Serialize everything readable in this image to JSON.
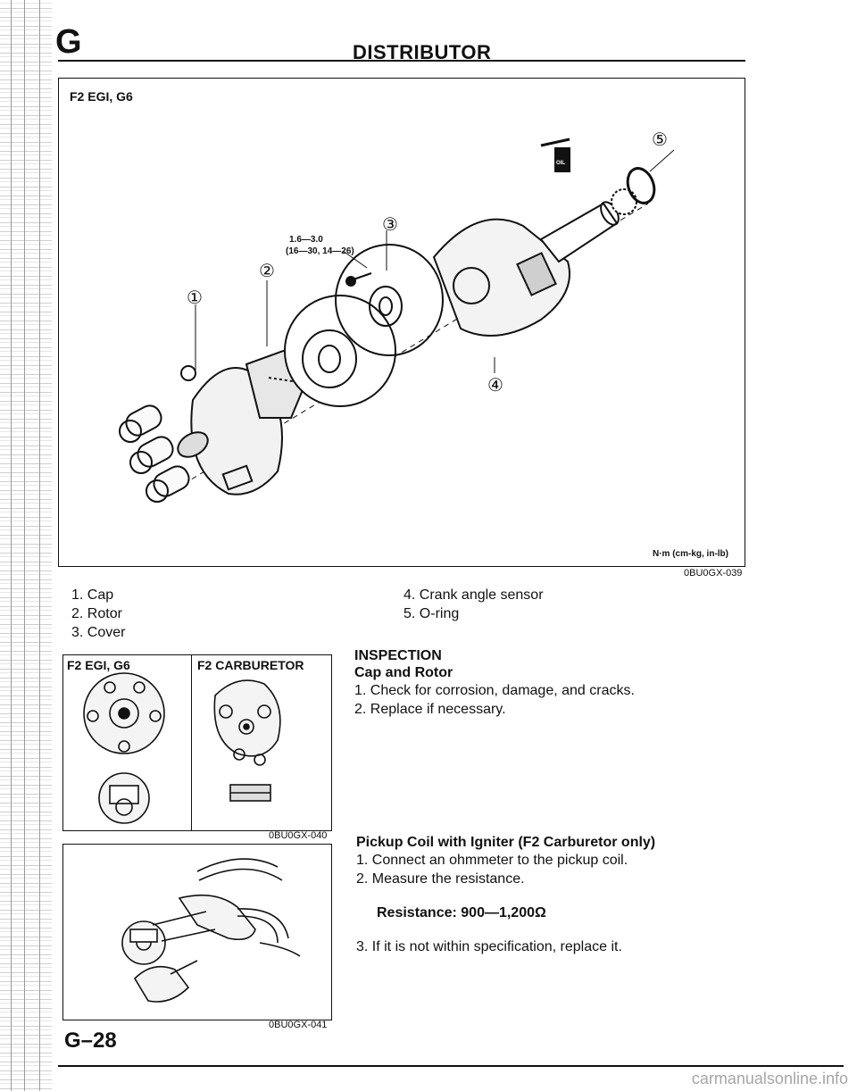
{
  "header": {
    "section_letter": "G",
    "title": "DISTRIBUTOR"
  },
  "main_figure": {
    "label": "F2 EGI, G6",
    "torque_value": "1.6—3.0",
    "torque_value_alt": "(16—30, 14—26)",
    "unit_note": "N·m (cm-kg, in-lb)",
    "code": "0BU0GX-039",
    "callouts": [
      "①",
      "②",
      "③",
      "④",
      "⑤"
    ],
    "oil_mark": "OIL"
  },
  "parts_legend": {
    "left": [
      "1. Cap",
      "2. Rotor",
      "3. Cover"
    ],
    "right": [
      "4. Crank angle sensor",
      "5. O-ring"
    ]
  },
  "cap_figure": {
    "left_label": "F2 EGI, G6",
    "right_label": "F2 CARBURETOR",
    "code": "0BU0GX-040"
  },
  "coil_figure": {
    "code": "0BU0GX-041"
  },
  "inspection": {
    "heading": "INSPECTION",
    "subheading": "Cap and Rotor",
    "steps": [
      "1. Check for corrosion, damage, and cracks.",
      "2. Replace if necessary."
    ]
  },
  "pickup": {
    "heading": "Pickup Coil with Igniter (F2 Carburetor only)",
    "steps": [
      "1. Connect an ohmmeter to the pickup coil.",
      "2. Measure the resistance."
    ],
    "spec": "Resistance: 900—1,200Ω",
    "final_step": "3. If it is not within specification, replace it."
  },
  "footer": {
    "page_number": "G–28",
    "watermark": "carmanualsonline.info"
  }
}
